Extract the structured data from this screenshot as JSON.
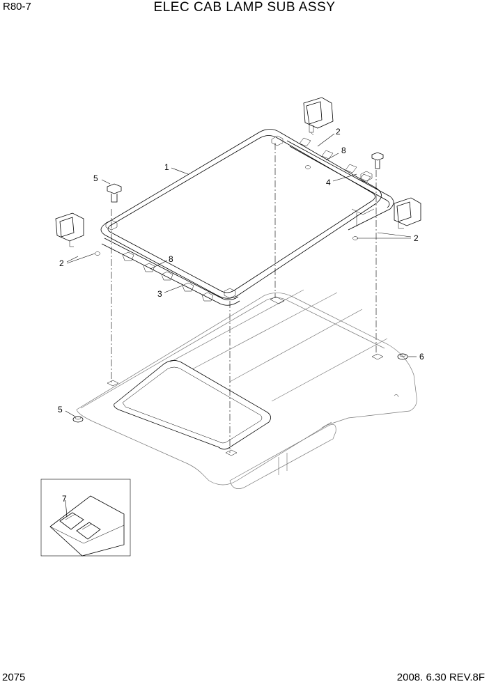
{
  "header": {
    "model": "R80-7",
    "title": "ELEC CAB LAMP SUB ASSY"
  },
  "footer": {
    "page_number": "2075",
    "revision": "2008. 6.30  REV.8F"
  },
  "callouts": {
    "frame": "1",
    "lamp_top": "2",
    "lamp_right": "2",
    "lamp_left": "2",
    "harness_front": "3",
    "harness_rear": "4",
    "bolt_left": "5",
    "grommet_roof": "5",
    "grommet_right": "6",
    "switch_panel": "7",
    "clip_rear": "8",
    "clip_front": "8"
  }
}
